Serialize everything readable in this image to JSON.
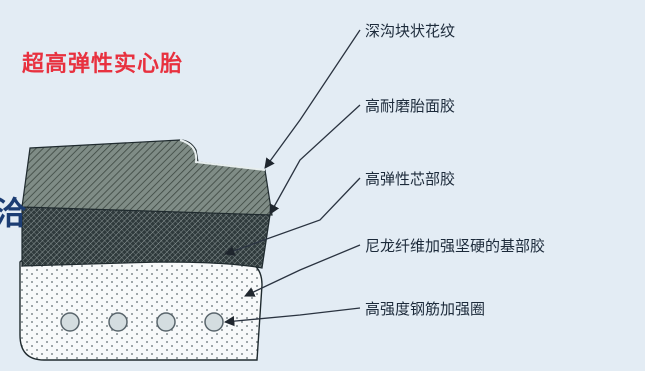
{
  "title": "超高弹性实心胎",
  "edge_glyph": "洽",
  "callouts": [
    "深沟块状花纹",
    "高耐磨胎面胶",
    "高弹性芯部胶",
    "尼龙纤维加强坚硬的基部胶",
    "高强度钢筋加强圈"
  ],
  "colors": {
    "background": "#e3ecf4",
    "title": "#e8313f",
    "text": "#1c2a3a",
    "leader_line": "#2a3340"
  }
}
